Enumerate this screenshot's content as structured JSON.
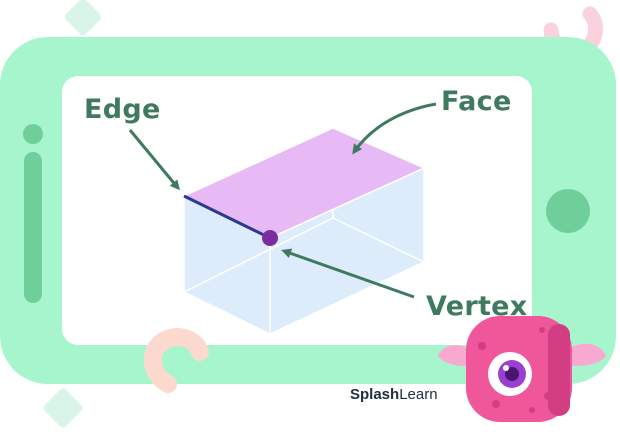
{
  "labels": {
    "edge": "Edge",
    "face": "Face",
    "vertex": "Vertex"
  },
  "brand": {
    "part1": "Splash",
    "part2": "Learn"
  },
  "colors": {
    "tablet_frame": "#a6f5cc",
    "screen": "#ffffff",
    "label_text": "#3f7a5f",
    "arrow": "#3f7a5f",
    "top_face": "#e7b9f5",
    "side_faces": "#dcecfb",
    "edge_highlight": "#2b3a8f",
    "vertex_dot": "#7b2ca0",
    "monster": "#f0579a"
  },
  "icons": [
    "cuboid-diagram",
    "vertex-dot",
    "splashlearn-monster-mascot",
    "decorative-diamond",
    "decorative-ring",
    "home-button",
    "camera-dot"
  ]
}
